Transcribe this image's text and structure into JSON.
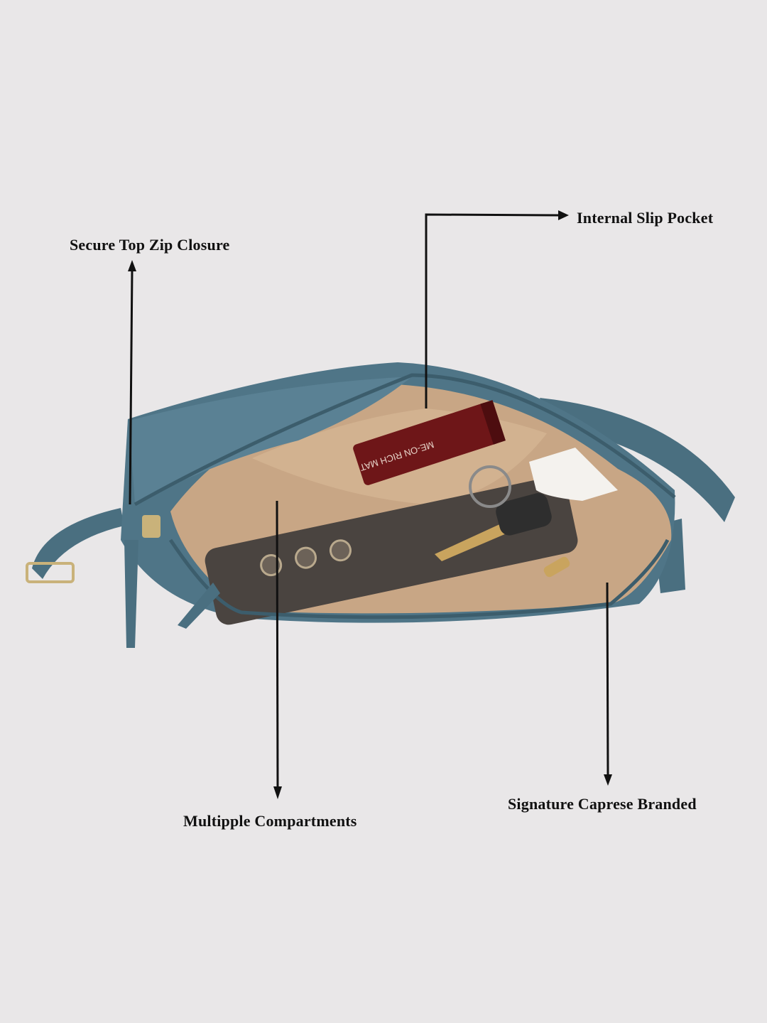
{
  "annotations": {
    "zip_closure": "Secure Top Zip Closure",
    "slip_pocket": "Internal Slip Pocket",
    "compartments": "Multipple Compartments",
    "branded": "Signature Caprese Branded"
  },
  "product_lettering": {
    "lipstick_brand": "ME-ON",
    "lipstick_line": "RICH MAT"
  },
  "colors": {
    "background": "#e9e7e8",
    "bag": "#4f7587",
    "lining": "#c8a685",
    "lipstick": "#6e1618"
  }
}
